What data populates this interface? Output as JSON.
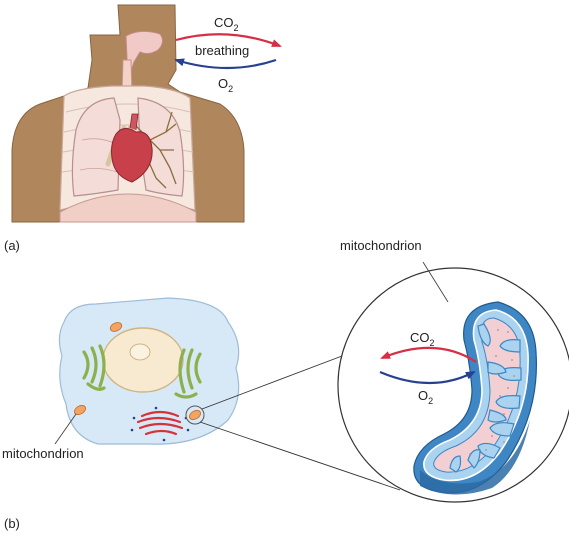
{
  "panel_a": {
    "label": "(a)",
    "gas_out": {
      "base": "CO",
      "sub": "2"
    },
    "gas_in": {
      "base": "O",
      "sub": "2"
    },
    "process": "breathing"
  },
  "panel_b": {
    "label": "(b)",
    "cell_mito_label": "mitochondrion",
    "zoom_mito_label": "mitochondrion",
    "gas_out": {
      "base": "CO",
      "sub": "2"
    },
    "gas_in": {
      "base": "O",
      "sub": "2"
    }
  },
  "colors": {
    "skin": "#b0865c",
    "lung": "#f4dcd8",
    "heart": "#c8404a",
    "cytoplasm": "#d7e8f7",
    "nucleus": "#f7ead0",
    "golgi": "#8db04a",
    "er": "#d6323a",
    "mito_outer": "#3f86c4",
    "mito_matrix": "#f2cfd2",
    "arrow_out": "#d62f45",
    "arrow_in": "#25418f"
  }
}
